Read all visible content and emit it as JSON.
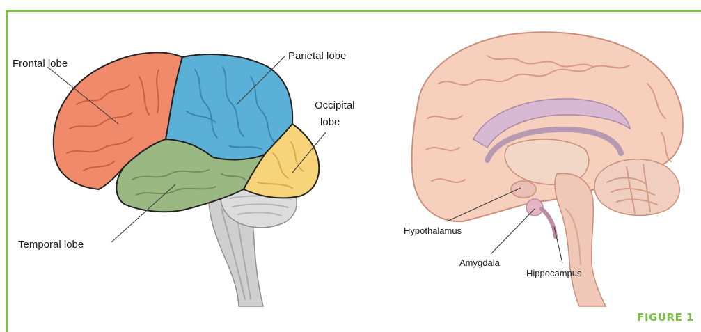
{
  "colors": {
    "border": "#7cc242",
    "frontal": "#f08a6a",
    "parietal": "#5bb0d8",
    "occipital": "#f7d37a",
    "temporal": "#9ab882",
    "brainstem": "#cfcfcf",
    "cerebellum": "#dcdcdc",
    "medial_cortex": "#f6d0bd",
    "limbic": "#d9b8d3",
    "caption": "#7cc242"
  },
  "lobes_diagram": {
    "frontal_label": "Frontal lobe",
    "parietal_label": "Parietal lobe",
    "occipital_label_line1": "Occipital",
    "occipital_label_line2": "lobe",
    "temporal_label": "Temporal lobe"
  },
  "limbic_diagram": {
    "hypothalamus_label": "Hypothalamus",
    "amygdala_label": "Amygdala",
    "hippocampus_label": "Hippocampus"
  },
  "caption": "FIGURE 1"
}
